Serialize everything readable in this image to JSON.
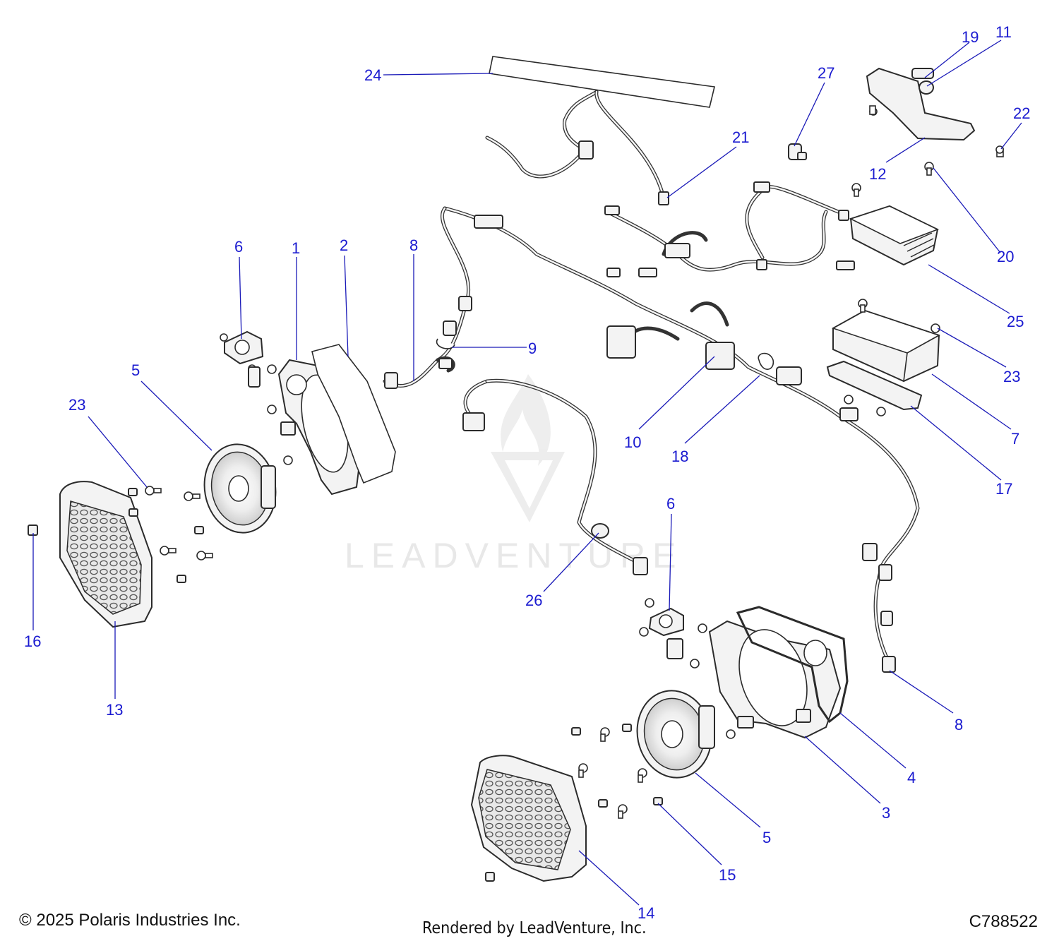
{
  "diagram": {
    "watermark": "LEADVENTURE",
    "callouts": [
      {
        "id": "c24a",
        "label": "24"
      },
      {
        "id": "c27",
        "label": "27"
      },
      {
        "id": "c19",
        "label": "19"
      },
      {
        "id": "c11",
        "label": "11"
      },
      {
        "id": "c22",
        "label": "22"
      },
      {
        "id": "c21",
        "label": "21"
      },
      {
        "id": "c12",
        "label": "12"
      },
      {
        "id": "c6a",
        "label": "6"
      },
      {
        "id": "c1",
        "label": "1"
      },
      {
        "id": "c2",
        "label": "2"
      },
      {
        "id": "c8a",
        "label": "8"
      },
      {
        "id": "c20",
        "label": "20"
      },
      {
        "id": "c25",
        "label": "25"
      },
      {
        "id": "c9",
        "label": "9"
      },
      {
        "id": "c5a",
        "label": "5"
      },
      {
        "id": "c23a",
        "label": "23"
      },
      {
        "id": "c23b",
        "label": "23"
      },
      {
        "id": "c7",
        "label": "7"
      },
      {
        "id": "c10",
        "label": "10"
      },
      {
        "id": "c18",
        "label": "18"
      },
      {
        "id": "c17",
        "label": "17"
      },
      {
        "id": "c6b",
        "label": "6"
      },
      {
        "id": "c26",
        "label": "26"
      },
      {
        "id": "c16",
        "label": "16"
      },
      {
        "id": "c13",
        "label": "13"
      },
      {
        "id": "c8b",
        "label": "8"
      },
      {
        "id": "c4",
        "label": "4"
      },
      {
        "id": "c3",
        "label": "3"
      },
      {
        "id": "c5b",
        "label": "5"
      },
      {
        "id": "c15",
        "label": "15"
      },
      {
        "id": "c14",
        "label": "14"
      }
    ]
  },
  "footer": {
    "copyright": "© 2025 Polaris Industries Inc.",
    "rendered_by": "Rendered by LeadVenture, Inc.",
    "diagram_code": "C788522"
  }
}
